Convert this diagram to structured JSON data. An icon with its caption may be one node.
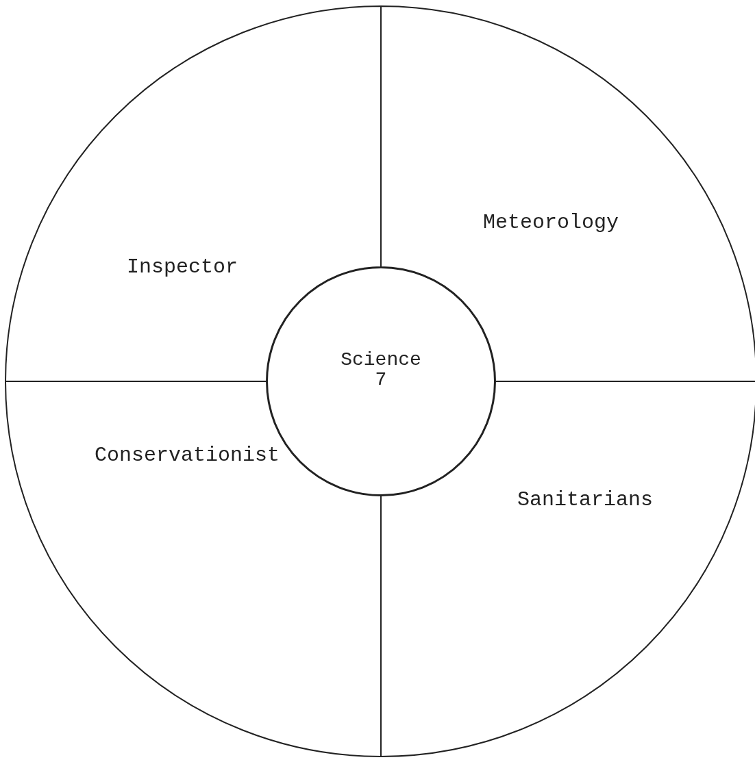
{
  "diagram": {
    "nodes": [
      {
        "text": [
          "Meteorology"
        ]
      },
      {
        "text": [
          "Inspector"
        ]
      },
      {
        "text": [
          "Science 7"
        ]
      },
      {
        "text": [
          "Conservationist"
        ]
      },
      {
        "text": [
          "Sanitarians"
        ]
      }
    ]
  }
}
